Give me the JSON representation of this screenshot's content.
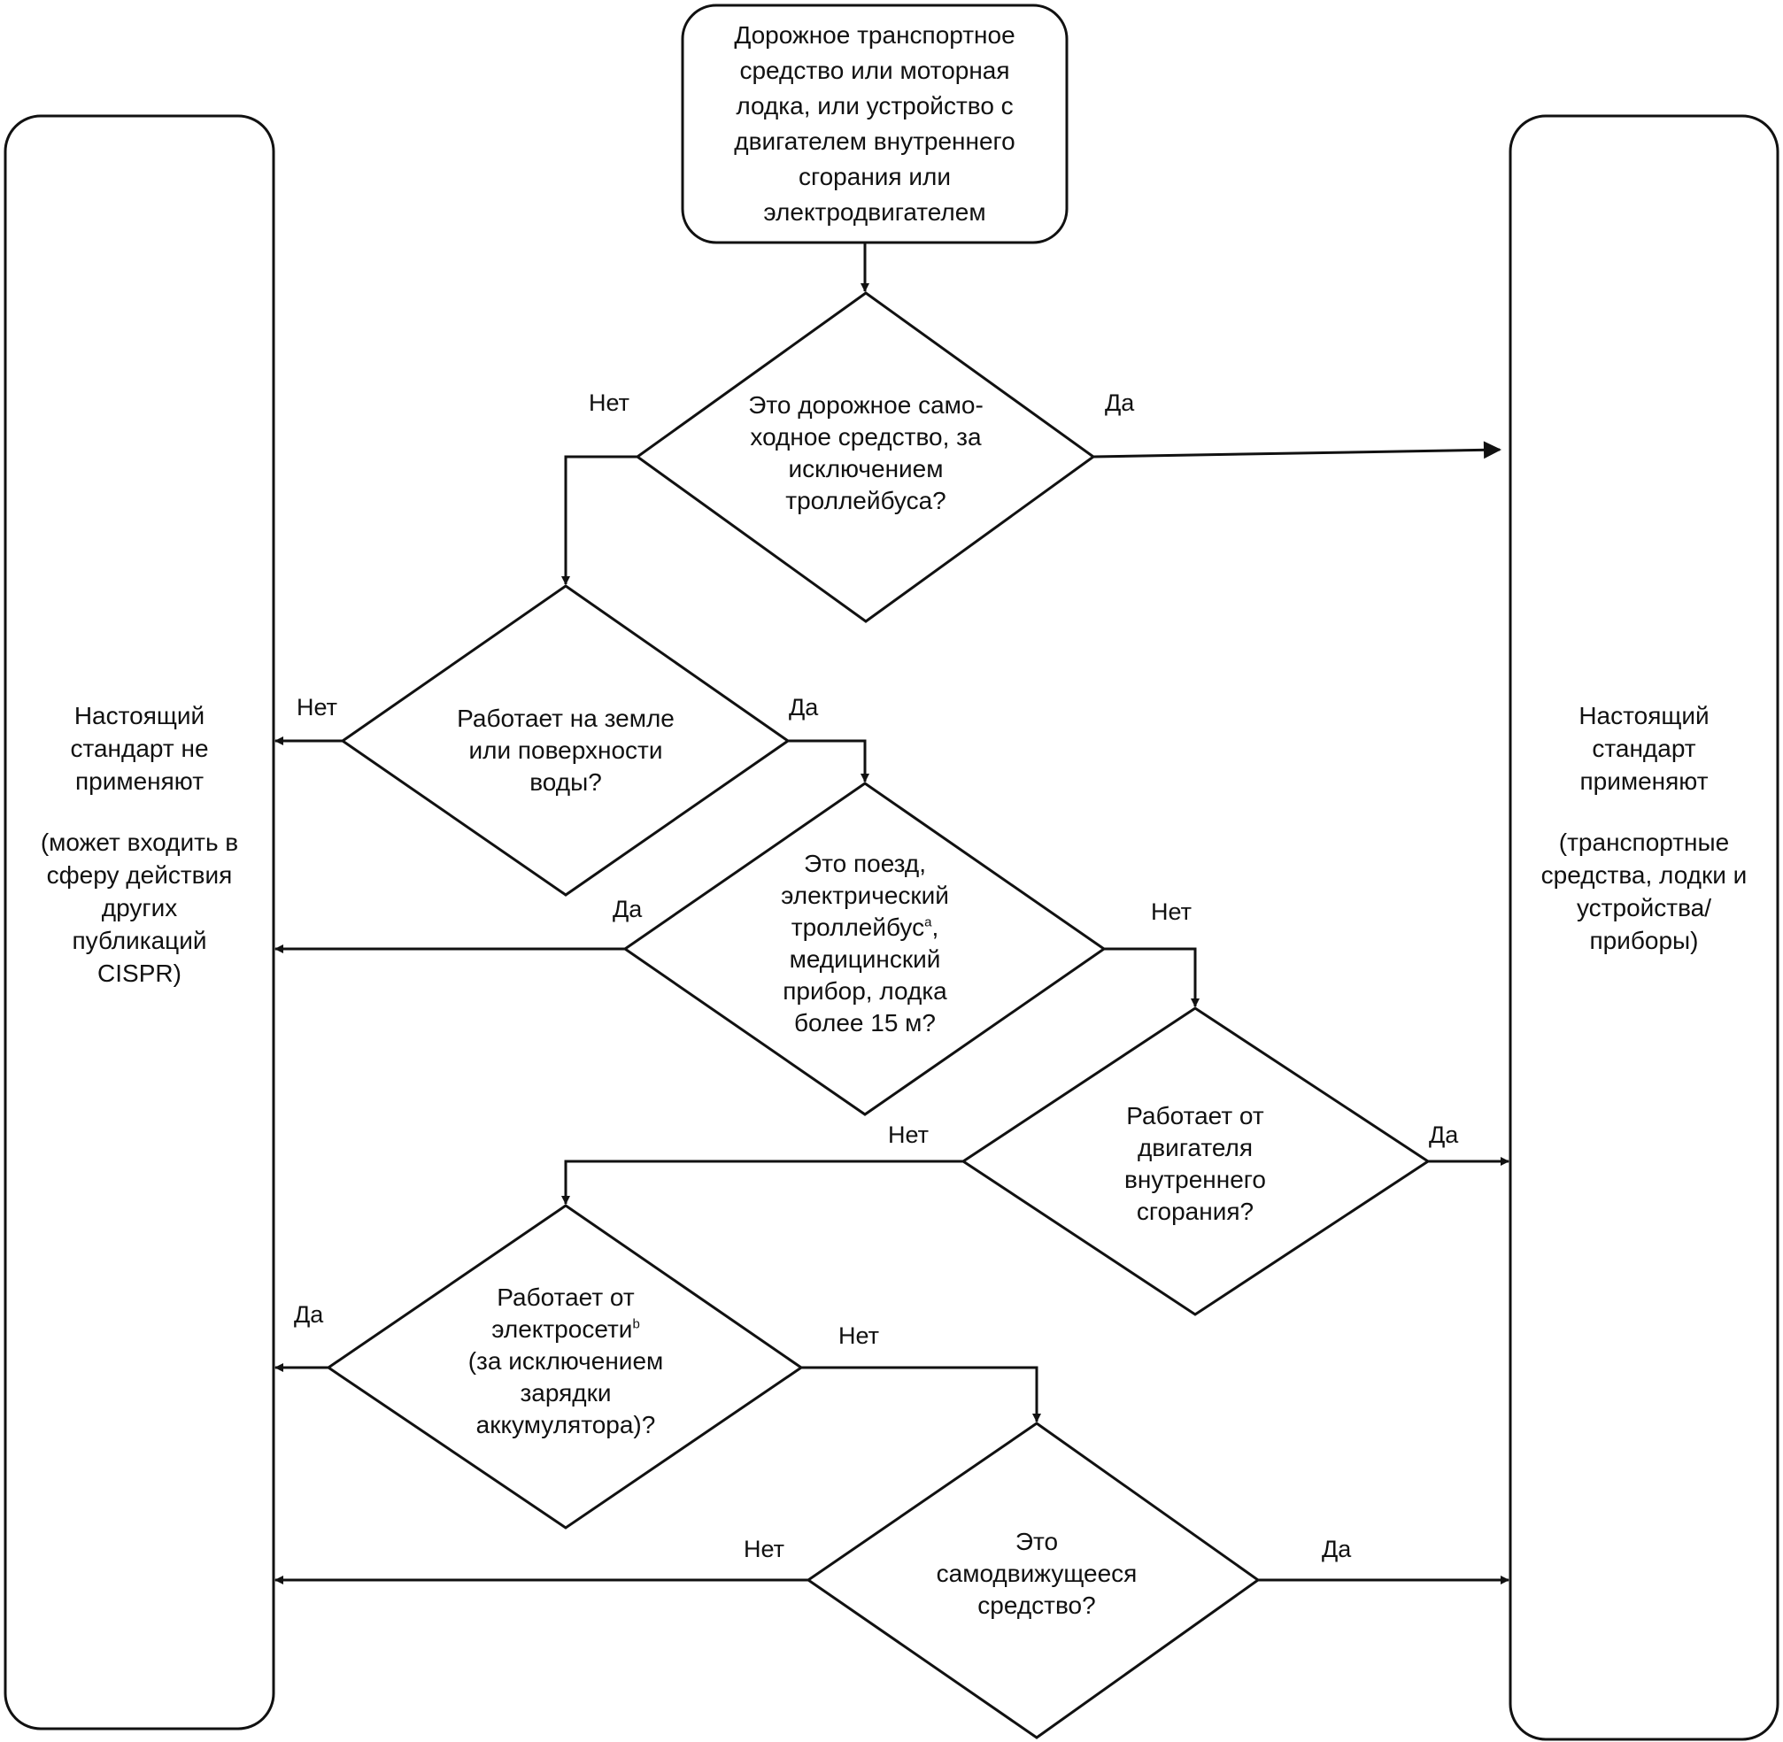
{
  "colors": {
    "stroke": "#111111",
    "background": "#ffffff",
    "text": "#111111"
  },
  "nodes": {
    "start": {
      "lines": [
        "Дорожное транспортное",
        "средство или моторная",
        "лодка, или устройство с",
        "двигателем внутреннего",
        "сгорания или",
        "электродвигателем"
      ]
    },
    "q1": {
      "lines": [
        "Это дорожное само-",
        "ходное средство, за",
        "исключением",
        "троллейбуса?"
      ]
    },
    "q2": {
      "lines": [
        "Работает на земле",
        "или поверхности",
        "воды?"
      ]
    },
    "q3": {
      "line1": "Это поезд,",
      "line2": "электрический",
      "line3_text": "троллейбус",
      "line3_sup": "a",
      "line3_tail": ",",
      "line4": "медицинский",
      "line5": "прибор, лодка",
      "line6": "более 15 м?"
    },
    "q4": {
      "lines": [
        "Работает от",
        "двигателя",
        "внутреннего",
        "сгорания?"
      ]
    },
    "q5": {
      "line1": "Работает от",
      "line2_text": "электросети",
      "line2_sup": "b",
      "line3": "(за исключением",
      "line4": "зарядки",
      "line5": "аккумулятора)?"
    },
    "q6": {
      "lines": [
        "Это",
        "самодвижущееся",
        "средство?"
      ]
    },
    "not_applied": {
      "main": [
        "Настоящий",
        "стандарт не",
        "применяют"
      ],
      "note": [
        "(может входить в",
        "сферу действия",
        "других",
        "публикаций",
        "CISPR)"
      ]
    },
    "applied": {
      "main": [
        "Настоящий",
        "стандарт",
        "применяют"
      ],
      "note": [
        "(транспортные",
        "средства, лодки и",
        "устройства/",
        "приборы)"
      ]
    }
  },
  "edge_labels": {
    "q1_no": "Нет",
    "q1_yes": "Да",
    "q2_no": "Нет",
    "q2_yes": "Да",
    "q3_yes": "Да",
    "q3_no": "Нет",
    "q4_no": "Нет",
    "q4_yes": "Да",
    "q5_yes": "Да",
    "q5_no": "Нет",
    "q6_no": "Нет",
    "q6_yes": "Да"
  }
}
